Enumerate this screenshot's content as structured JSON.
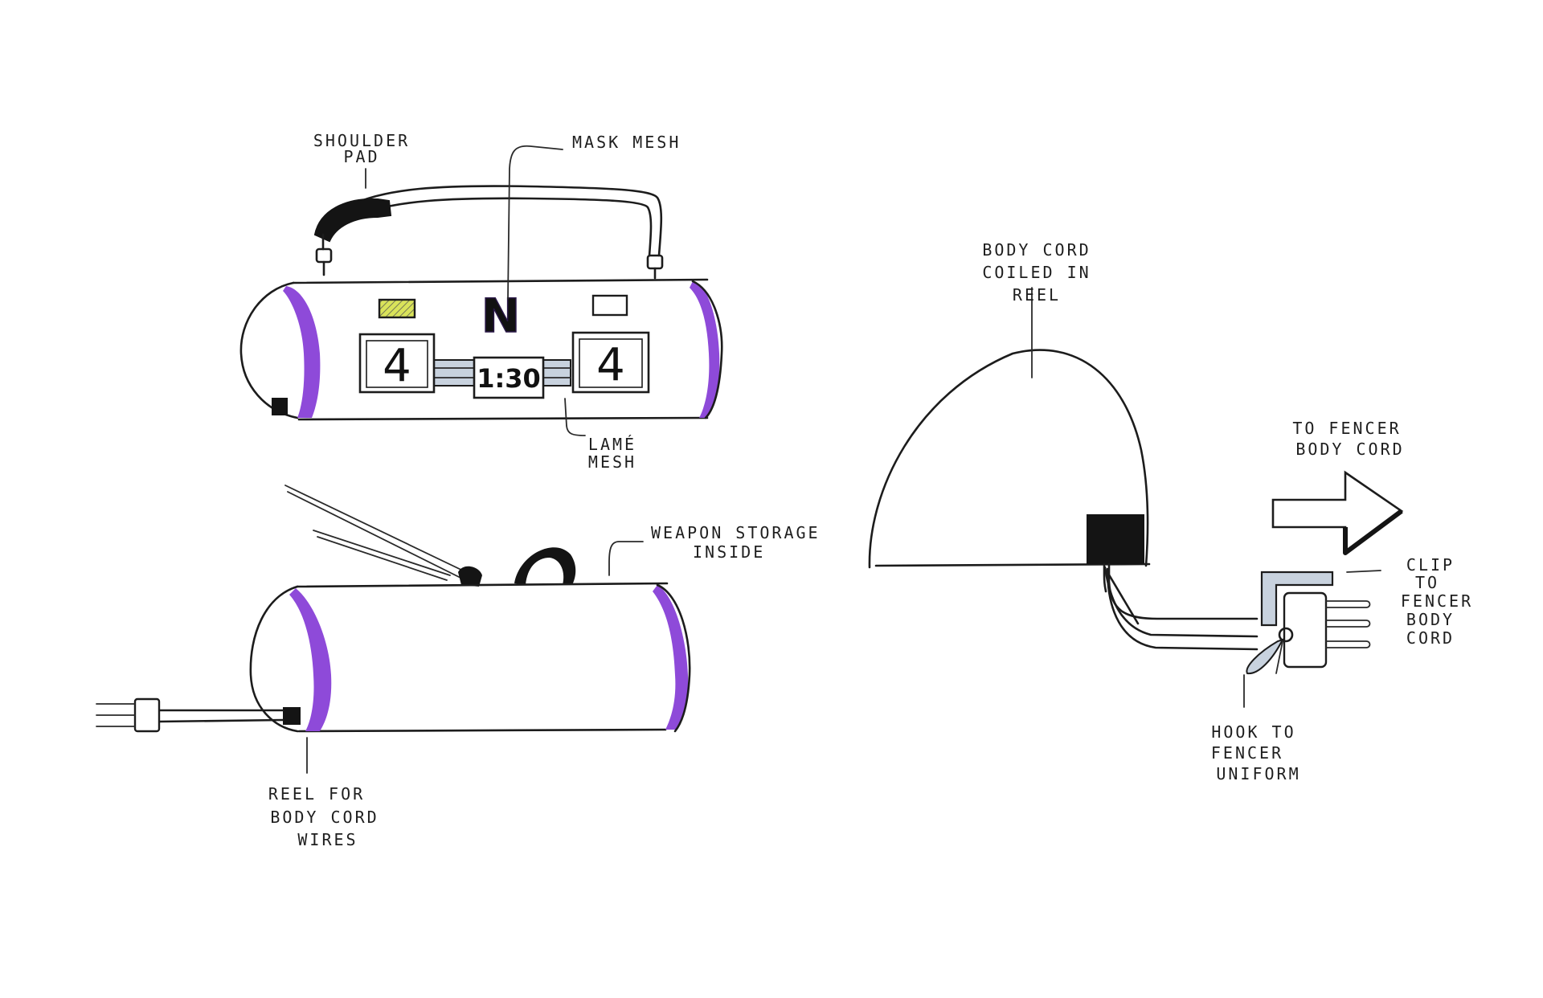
{
  "colors": {
    "ink": "#1c1c1c",
    "purple_band": "#8e4ad9",
    "yellow_indicator": "#d9e35a",
    "mesh_gray": "#c8d2de",
    "black_fill": "#141414"
  },
  "scoreboard": {
    "left_score": "4",
    "right_score": "4",
    "timer": "1:30",
    "center_logo": "N"
  },
  "labels": {
    "shoulder_pad": [
      "SHOULDER",
      "PAD"
    ],
    "mask_mesh": "MASK MESH",
    "lame_mesh": [
      "LAMÉ",
      "MESH"
    ],
    "weapon_storage": [
      "WEAPON STORAGE",
      "INSIDE"
    ],
    "reel_body_cord": [
      "REEL FOR",
      "BODY CORD",
      "WIRES"
    ],
    "body_cord_coiled": [
      "BODY CORD",
      "COILED IN",
      "REEL"
    ],
    "to_fencer_body_cord": [
      "TO FENCER",
      "BODY CORD"
    ],
    "clip_to_fencer": [
      "CLIP",
      "TO",
      "FENCER",
      "BODY",
      "CORD"
    ],
    "hook_to_fencer": [
      "HOOK TO",
      "FENCER",
      "UNIFORM"
    ]
  }
}
